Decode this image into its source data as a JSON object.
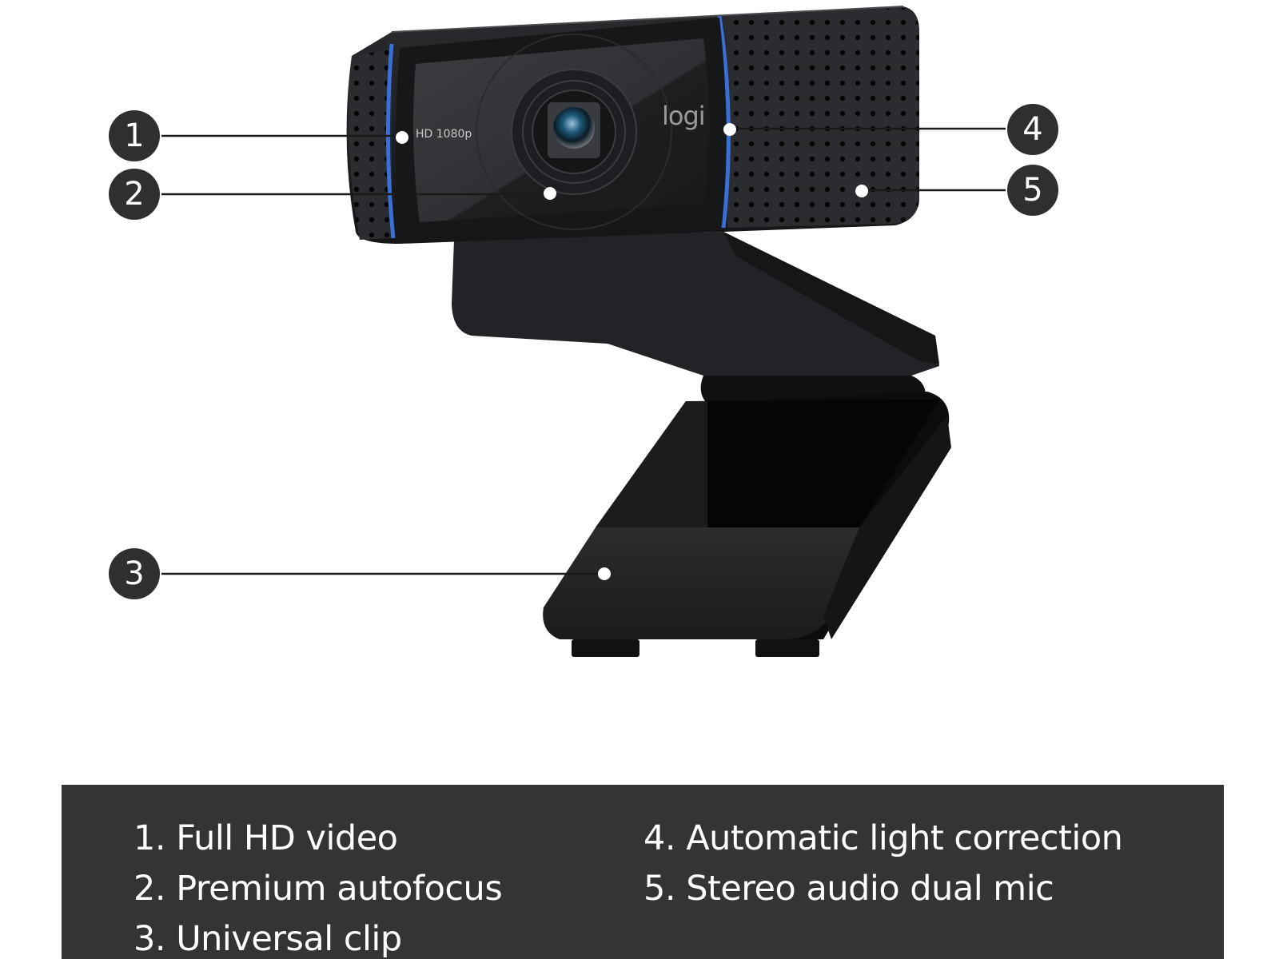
{
  "product": {
    "brand_logo": "logi",
    "lens_label": "HD 1080p",
    "colors": {
      "body": "#1c1d1f",
      "accent_blue": "#3a6fd8",
      "panel": "#333436",
      "callout": "#2e2f31"
    }
  },
  "callouts": [
    {
      "number": "1",
      "target": "HD 1080p label"
    },
    {
      "number": "2",
      "target": "lens"
    },
    {
      "number": "3",
      "target": "clip"
    },
    {
      "number": "4",
      "target": "right blue rim"
    },
    {
      "number": "5",
      "target": "speaker grille"
    }
  ],
  "features": [
    {
      "label": "1. Full HD video"
    },
    {
      "label": "2. Premium autofocus"
    },
    {
      "label": "3. Universal clip"
    },
    {
      "label": "4. Automatic light correction"
    },
    {
      "label": "5. Stereo audio dual mic"
    }
  ]
}
